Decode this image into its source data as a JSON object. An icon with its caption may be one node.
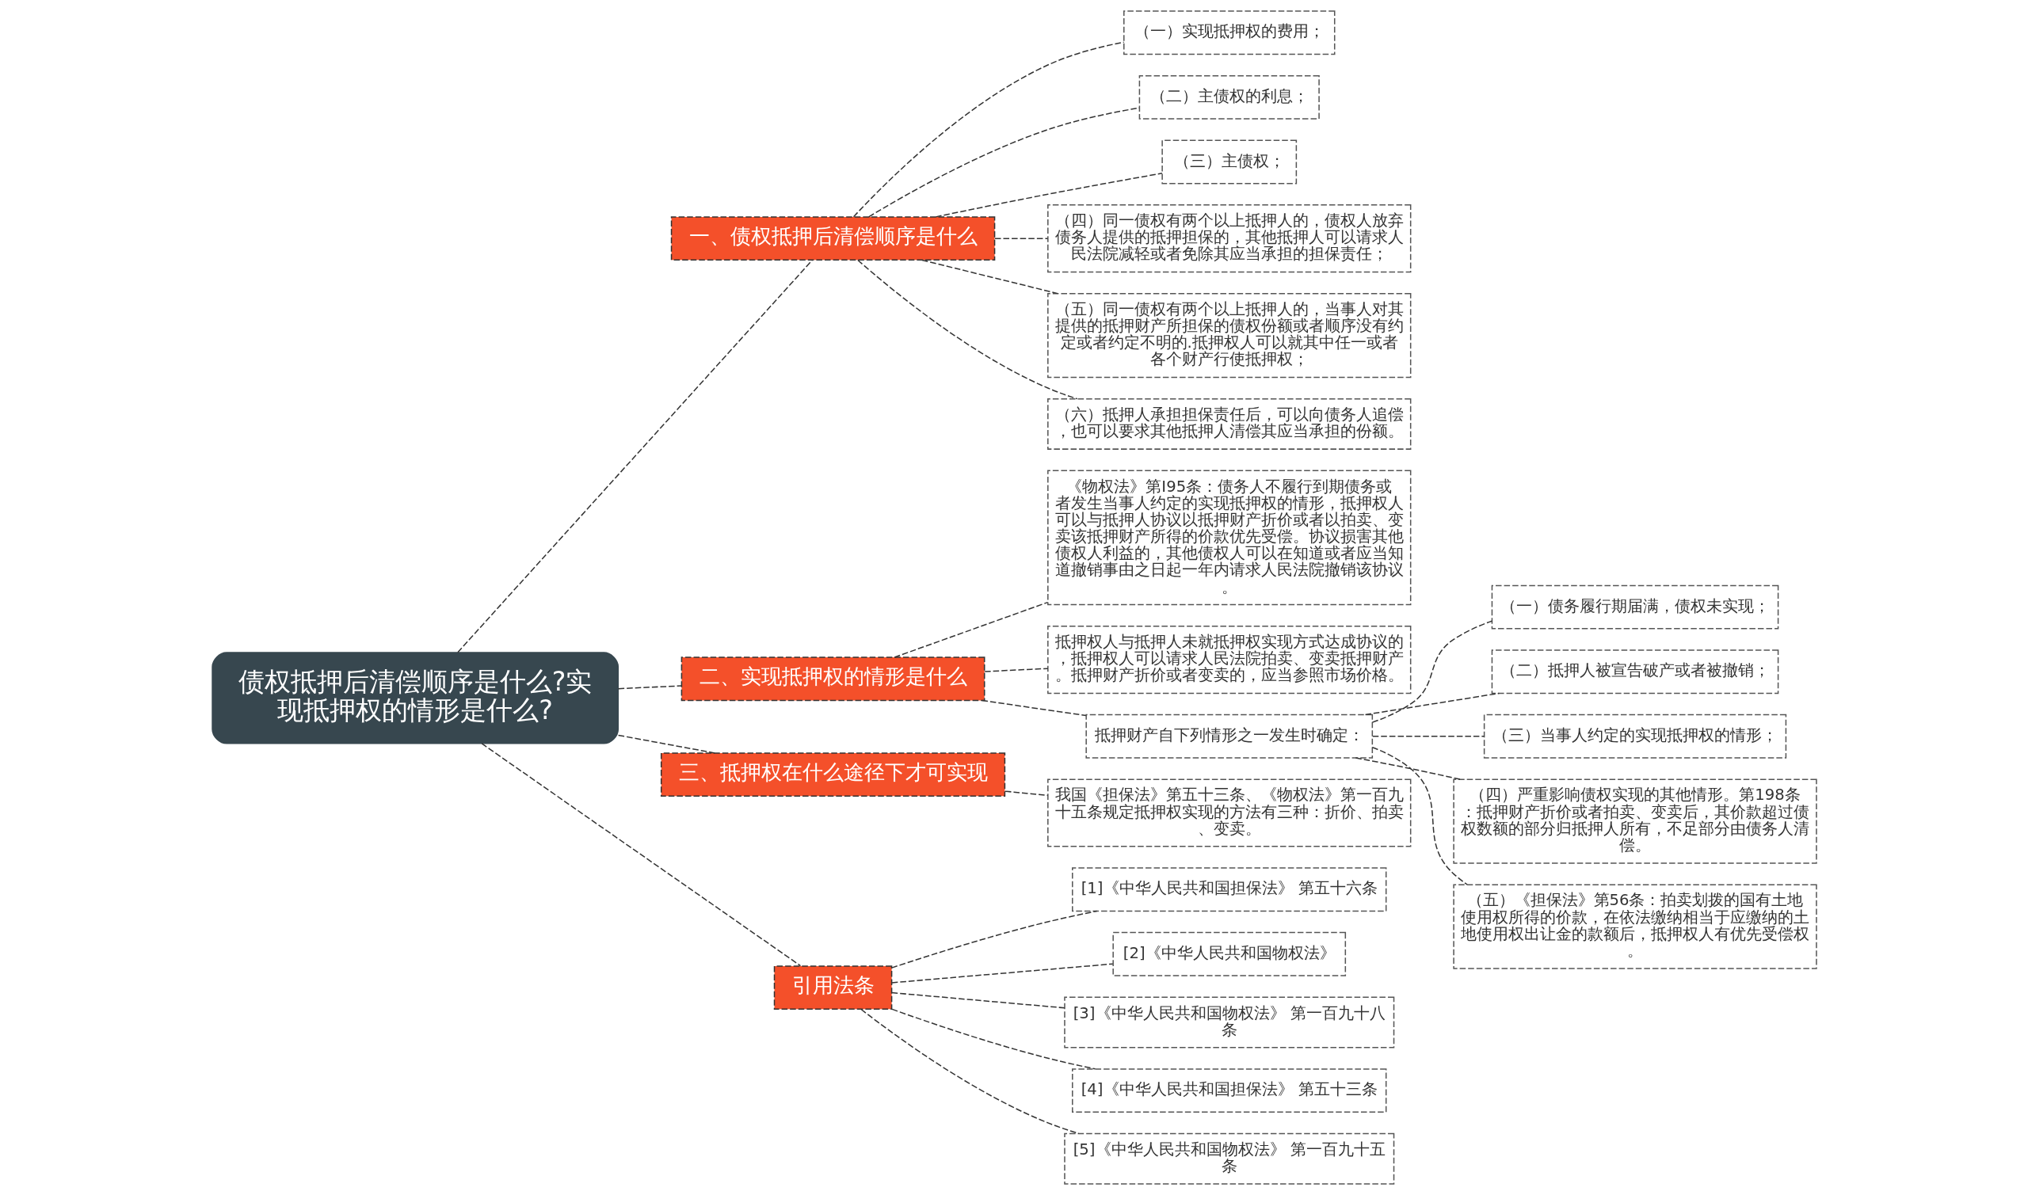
{
  "diagram": {
    "nodes": [
      {
        "text": [
          "债权抵押后清偿顺序是什么?实现抵押权的情形是什么?"
        ]
      },
      {
        "text": [
          "一、债权抵押后清偿顺序是什么"
        ]
      },
      {
        "text": [
          "（一）实现抵押权的费用；"
        ]
      },
      {
        "text": [
          "（二）主债权的利息；"
        ]
      },
      {
        "text": [
          "（三）主债权；"
        ]
      },
      {
        "text": [
          "（四）同一债权有两个以上抵押人的，债权人放弃债务人提供的抵押担保的，其他抵押人可以请求人民法院减轻或者免除其应当承担的担保责任；"
        ]
      },
      {
        "text": [
          "（五）同一债权有两个以上抵押人的，当事人对其提供的抵押财产所担保的债权份额或者顺序没有约定或者约定不明的.抵押权人可以就其中任一或者各个财产行使抵押权；"
        ]
      },
      {
        "text": [
          "（六）抵押人承担担保责任后，可以向债务人追偿，也可以要求其他抵押人清偿其应当承担的份额。"
        ]
      },
      {
        "text": [
          "二、实现抵押权的情形是什么"
        ]
      },
      {
        "text": [
          "《物权法》第I95条：债务人不履行到期债务或者发生当事人约定的实现抵押权的情形，抵押权人可以与抵押人协议以抵押财产折价或者以拍卖、变卖该抵押财产所得的价款优先受偿。协议损害其他债权人利益的，其他债权人可以在知道或者应当知道撤销事由之日起一年内请求人民法院撤销该协议。"
        ]
      },
      {
        "text": [
          "抵押权人与抵押人未就抵押权实现方式达成协议的，抵押权人可以请求人民法院拍卖、变卖抵押财产。抵押财产折价或者变卖的，应当参照市场价格。"
        ]
      },
      {
        "text": [
          "抵押财产自下列情形之一发生时确定："
        ]
      },
      {
        "text": [
          "（一）债务履行期届满，债权未实现；"
        ]
      },
      {
        "text": [
          "（二）抵押人被宣告破产或者被撤销；"
        ]
      },
      {
        "text": [
          "（三）当事人约定的实现抵押权的情形；"
        ]
      },
      {
        "text": [
          "（四）严重影响债权实现的其他情形。第198条：抵押财产折价或者拍卖、变卖后，其价款超过债权数额的部分归抵押人所有，不足部分由债务人清偿。"
        ]
      },
      {
        "text": [
          "（五）《担保法》第56条：拍卖划拨的国有土地使用权所得的价款，在依法缴纳相当于应缴纳的土地使用权出让金的款额后，抵押权人有优先受偿权。"
        ]
      },
      {
        "text": [
          "三、抵押权在什么途径下才可实现"
        ]
      },
      {
        "text": [
          "我国《担保法》第五十三条、《物权法》第一百九十五条规定抵押权实现的方法有三种：折价、拍卖、变卖。"
        ]
      },
      {
        "text": [
          "引用法条"
        ]
      },
      {
        "text": [
          "[1]《中华人民共和国担保法》 第五十六条"
        ]
      },
      {
        "text": [
          "[2]《中华人民共和国物权法》"
        ]
      },
      {
        "text": [
          "[3]《中华人民共和国物权法》 第一百九十八条"
        ]
      },
      {
        "text": [
          "[4]《中华人民共和国担保法》 第五十三条"
        ]
      },
      {
        "text": [
          "[5]《中华人民共和国物权法》 第一百九十五条"
        ]
      }
    ],
    "edges": [
      {
        "from": 0,
        "to": 1,
        "arrow": "none"
      },
      {
        "from": 1,
        "to": 2,
        "arrow": "none"
      },
      {
        "from": 1,
        "to": 3,
        "arrow": "none"
      },
      {
        "from": 1,
        "to": 4,
        "arrow": "none"
      },
      {
        "from": 1,
        "to": 5,
        "arrow": "none"
      },
      {
        "from": 1,
        "to": 6,
        "arrow": "none"
      },
      {
        "from": 1,
        "to": 7,
        "arrow": "none"
      },
      {
        "from": 0,
        "to": 8,
        "arrow": "none"
      },
      {
        "from": 8,
        "to": 9,
        "arrow": "none"
      },
      {
        "from": 8,
        "to": 10,
        "arrow": "none"
      },
      {
        "from": 8,
        "to": 11,
        "arrow": "none"
      },
      {
        "from": 11,
        "to": 12,
        "arrow": "none"
      },
      {
        "from": 11,
        "to": 13,
        "arrow": "none"
      },
      {
        "from": 11,
        "to": 14,
        "arrow": "none"
      },
      {
        "from": 11,
        "to": 15,
        "arrow": "none"
      },
      {
        "from": 11,
        "to": 16,
        "arrow": "none"
      },
      {
        "from": 0,
        "to": 17,
        "arrow": "none"
      },
      {
        "from": 17,
        "to": 18,
        "arrow": "none"
      },
      {
        "from": 0,
        "to": 19,
        "arrow": "none"
      },
      {
        "from": 19,
        "to": 20,
        "arrow": "none"
      },
      {
        "from": 19,
        "to": 21,
        "arrow": "none"
      },
      {
        "from": 19,
        "to": 22,
        "arrow": "none"
      },
      {
        "from": 19,
        "to": 23,
        "arrow": "none"
      },
      {
        "from": 19,
        "to": 24,
        "arrow": "none"
      }
    ]
  }
}
